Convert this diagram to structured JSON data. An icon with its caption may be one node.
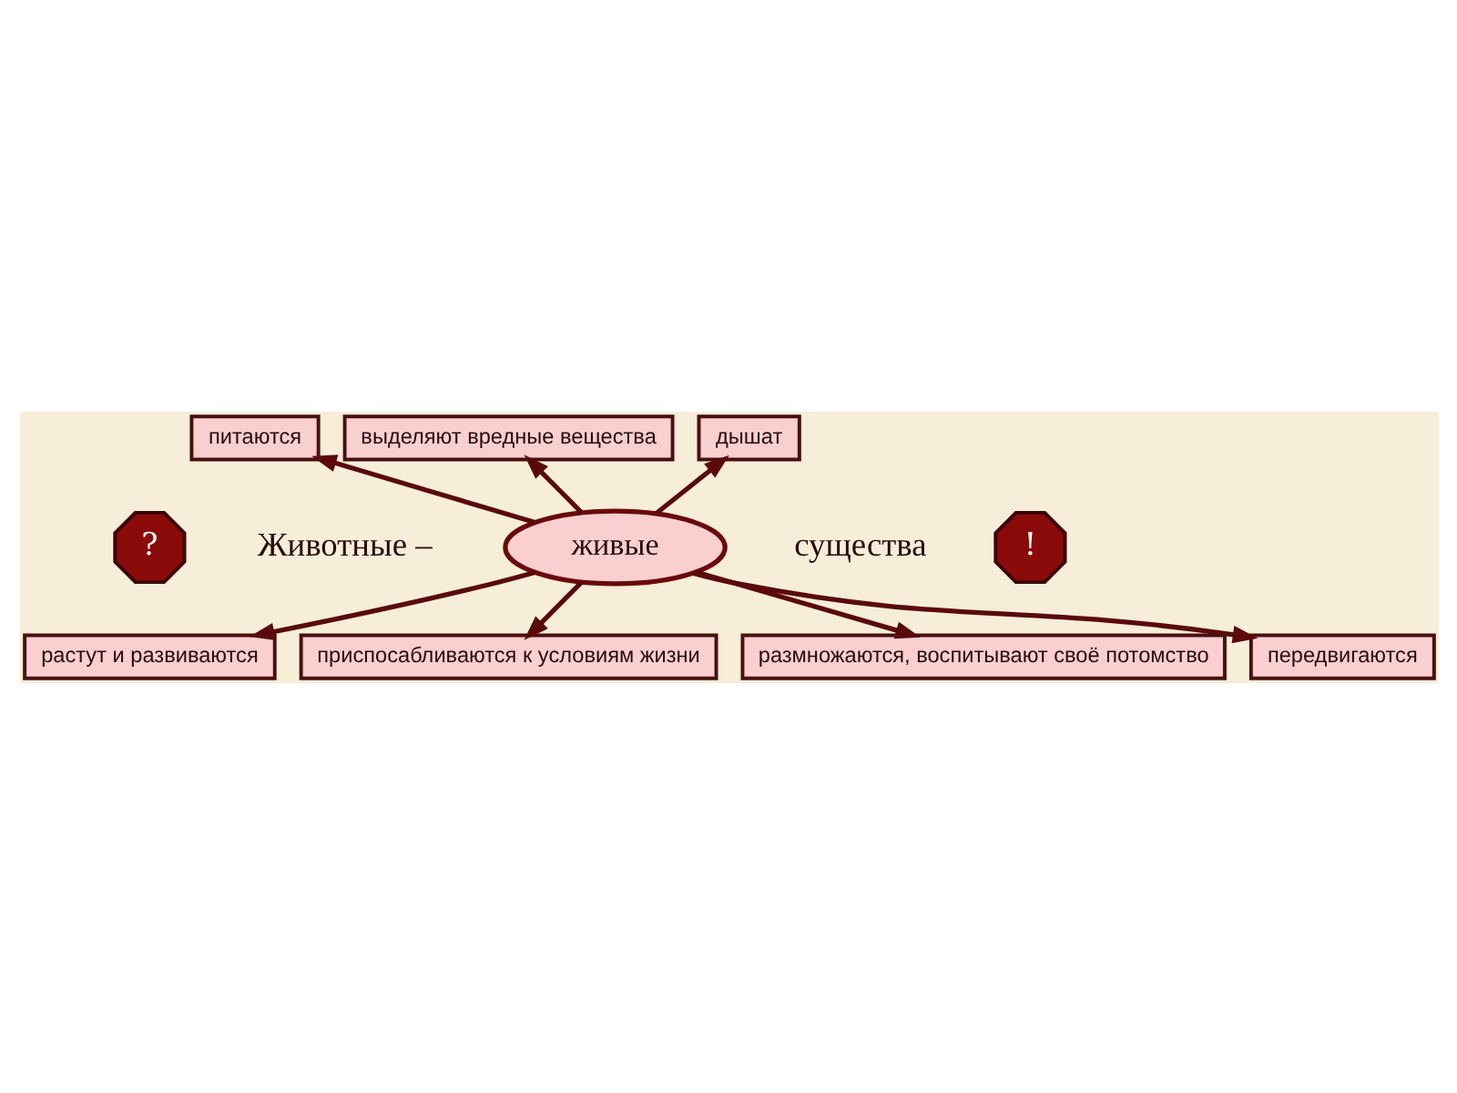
{
  "diagram": {
    "nodes": [
      {
        "text": [
          "питаются"
        ]
      },
      {
        "text": [
          "выделяют вредные вещества"
        ]
      },
      {
        "text": [
          "дышат"
        ]
      },
      {
        "text": [
          "?"
        ]
      },
      {
        "text": [
          "!"
        ]
      },
      {
        "text": [
          "живые"
        ],
        "beside": [
          "Животные –",
          "существа"
        ]
      },
      {
        "text": [
          "растут и развиваются"
        ]
      },
      {
        "text": [
          "передвигаются"
        ]
      },
      {
        "text": [
          "приспосабливаются к условиям жизни"
        ]
      },
      {
        "text": [
          "размножаются, воспитывают своё потомство"
        ]
      }
    ],
    "edges": [
      {
        "from": 5,
        "to": 0,
        "arrow": "to"
      },
      {
        "from": 5,
        "to": 1,
        "arrow": "to"
      },
      {
        "from": 5,
        "to": 2,
        "arrow": "to"
      },
      {
        "from": 5,
        "to": 6,
        "arrow": "to"
      },
      {
        "from": 5,
        "to": 7,
        "arrow": "to"
      },
      {
        "from": 5,
        "to": 8,
        "arrow": "to"
      },
      {
        "from": 5,
        "to": 9,
        "arrow": "to"
      }
    ]
  }
}
